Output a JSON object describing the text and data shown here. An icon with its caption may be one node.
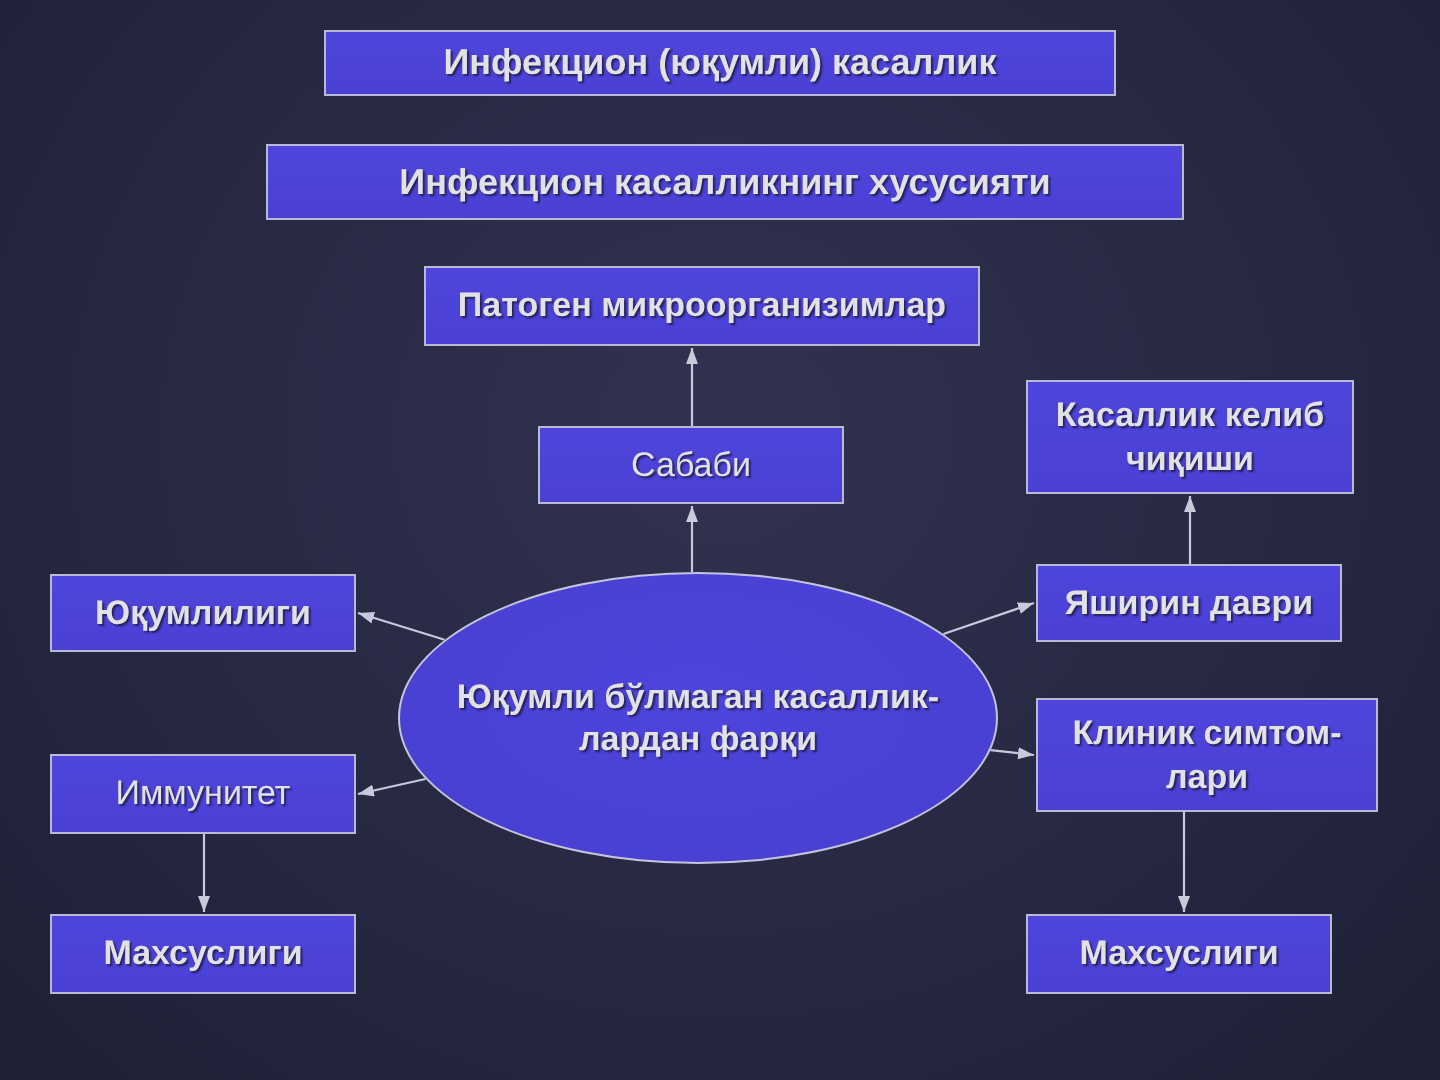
{
  "diagram": {
    "nodes": [
      {
        "text": [
          "Инфекцион (юқумли) касаллик"
        ]
      },
      {
        "text": [
          "Инфекцион касалликнинг хусусияти"
        ]
      },
      {
        "text": [
          "Патоген микроорганизимлар"
        ]
      },
      {
        "text": [
          "Сабаби"
        ]
      },
      {
        "text": [
          "Касаллик келиб чиқиши"
        ]
      },
      {
        "text": [
          "Юқумлилиги"
        ]
      },
      {
        "text": [
          "Яширин даври"
        ]
      },
      {
        "text": [
          "Юқумли бўлмаган касаллик- лардан фарқи"
        ]
      },
      {
        "text": [
          "Иммунитет"
        ]
      },
      {
        "text": [
          "Клиник симтом- лари"
        ]
      },
      {
        "text": [
          "Махсуслиги"
        ]
      },
      {
        "text": [
          "Махсуслиги"
        ]
      }
    ],
    "edges": [
      {
        "from": 7,
        "to": 3,
        "arrow": "to"
      },
      {
        "from": 3,
        "to": 2,
        "arrow": "to"
      },
      {
        "from": 6,
        "to": 4,
        "arrow": "to"
      },
      {
        "from": 7,
        "to": 5,
        "arrow": "to"
      },
      {
        "from": 7,
        "to": 6,
        "arrow": "to"
      },
      {
        "from": 7,
        "to": 8,
        "arrow": "to"
      },
      {
        "from": 7,
        "to": 9,
        "arrow": "to"
      },
      {
        "from": 8,
        "to": 10,
        "arrow": "to"
      },
      {
        "from": 9,
        "to": 11,
        "arrow": "to"
      }
    ]
  }
}
